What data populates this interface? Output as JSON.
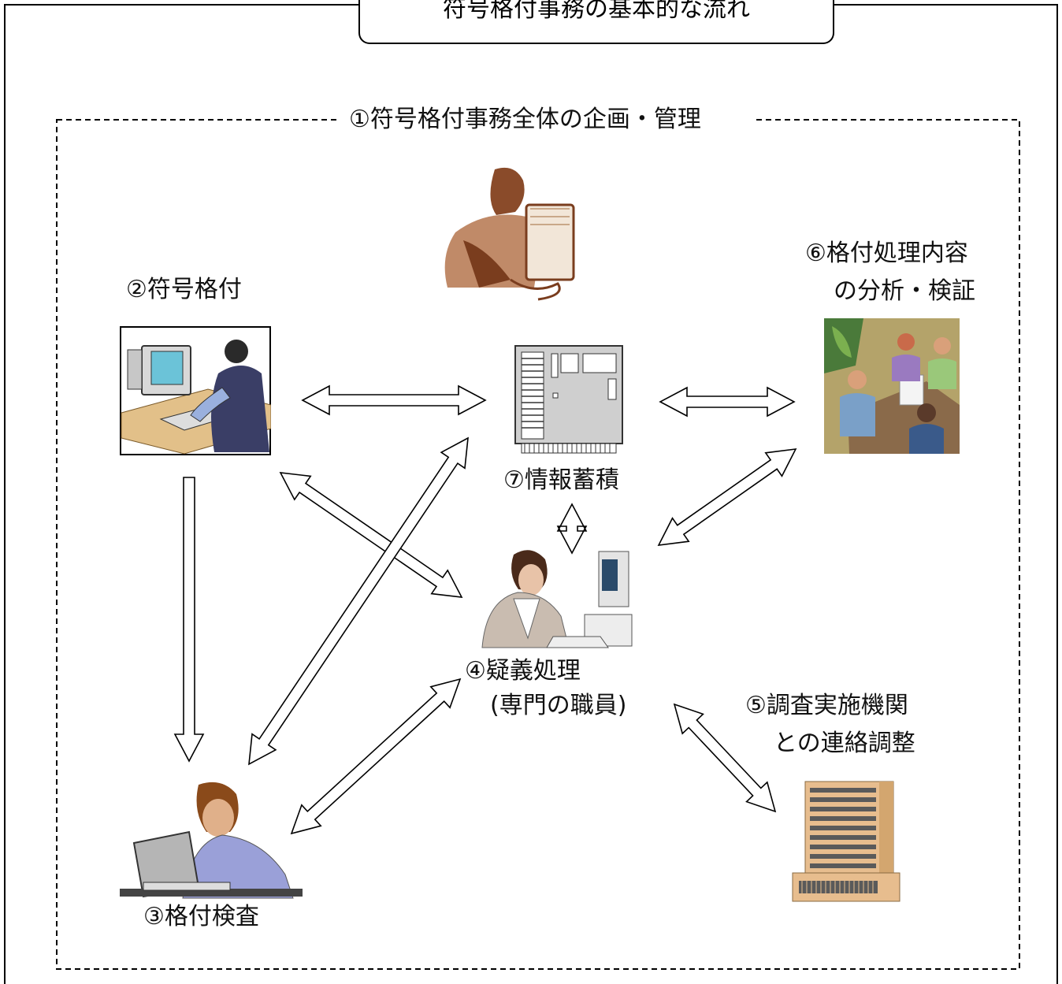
{
  "diagram": {
    "title": "符号格付事務の基本的な流れ",
    "group_label": "①符号格付事務全体の企画・管理",
    "nodes": {
      "coding": {
        "label": "②符号格付"
      },
      "inspection": {
        "label": "③格付検査"
      },
      "query": {
        "label_line1": "④疑義処理",
        "label_line2": "(専門の職員)"
      },
      "liaison": {
        "label_line1": "⑤調査実施機関",
        "label_line2": "との連絡調整"
      },
      "analysis": {
        "label_line1": "⑥格付処理内容",
        "label_line2": "の分析・検証"
      },
      "storage": {
        "label": "⑦情報蓄積"
      }
    },
    "edges": [
      {
        "from": "coding",
        "to": "storage",
        "style": "double-arrow"
      },
      {
        "from": "storage",
        "to": "analysis",
        "style": "double-arrow"
      },
      {
        "from": "coding",
        "to": "inspection",
        "style": "single-arrow"
      },
      {
        "from": "coding",
        "to": "query",
        "style": "double-arrow"
      },
      {
        "from": "storage",
        "to": "inspection",
        "style": "double-arrow"
      },
      {
        "from": "storage",
        "to": "query",
        "style": "double-arrow"
      },
      {
        "from": "analysis",
        "to": "query",
        "style": "double-arrow"
      },
      {
        "from": "query",
        "to": "inspection",
        "style": "double-arrow"
      },
      {
        "from": "query",
        "to": "liaison",
        "style": "double-arrow"
      }
    ],
    "icons": [
      "manager-clipart-icon",
      "typist-clipart-icon",
      "server-clipart-icon",
      "meeting-clipart-icon",
      "analyst-clipart-icon",
      "laptop-user-clipart-icon",
      "building-clipart-icon"
    ]
  }
}
